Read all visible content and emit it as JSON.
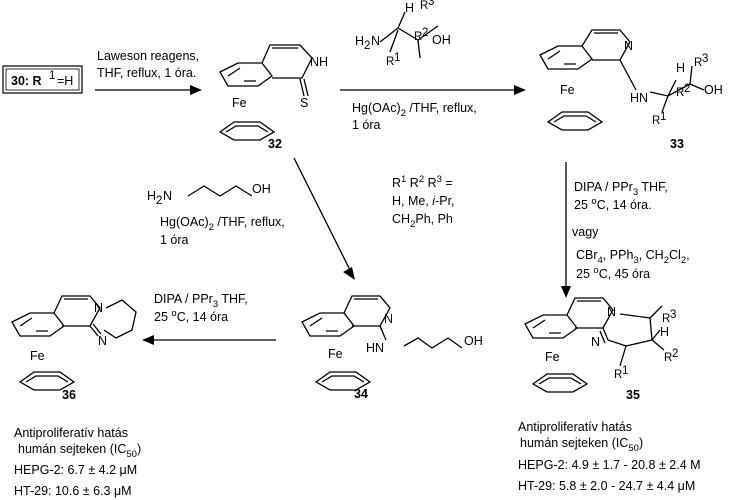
{
  "start": {
    "box_text": "30: R",
    "sup": "1",
    "tail": "=H"
  },
  "compounds": {
    "c32": "32",
    "c33": "33",
    "c34": "34",
    "c35": "35",
    "c36": "36"
  },
  "atoms": {
    "fe": "Fe",
    "nh": "NH",
    "s": "S",
    "n": "N",
    "hn": "HN",
    "oh": "OH",
    "h": "H",
    "h2n": "H",
    "h2n_sub": "2",
    "h2n_n": "N",
    "r1": "R",
    "r1_sup": "1",
    "r2": "R",
    "r2_sup": "2",
    "r3": "R",
    "r3_sup": "3"
  },
  "steps": {
    "s1_line1": "Laweson reagens,",
    "s1_line2": "THF, reflux, 1 óra.",
    "s2_line1_a": "Hg(OAc)",
    "s2_line1_sub": "2",
    "s2_line1_b": " /THF, reflux,",
    "s2_line2": "1 óra",
    "s3_line1_a": "DIPA / PPr",
    "s3_line1_sub": "3",
    "s3_line1_b": " THF,",
    "s3_line2_a": "25 ",
    "s3_line2_sup": "o",
    "s3_line2_b": "C, 14 óra.",
    "s3_or": "vagy",
    "s3_line3_a": "CBr",
    "s3_line3_sub": "4",
    "s3_line3_b": ", PPh",
    "s3_line3_sub2": "3",
    "s3_line3_c": ", CH",
    "s3_line3_sub3": "2",
    "s3_line3_d": "Cl",
    "s3_line3_sub4": "2",
    "s3_line3_e": ",",
    "s3_line4_a": "25 ",
    "s3_line4_sup": "o",
    "s3_line4_b": "C, 45 óra",
    "s4_line1_a": "Hg(OAc)",
    "s4_line1_sub": "2",
    "s4_line1_b": " /THF, reflux,",
    "s4_line2": "1 óra",
    "s5_line1_a": "DIPA / PPr",
    "s5_line1_sub": "3",
    "s5_line1_b": " THF,",
    "s5_line2_a": "25 ",
    "s5_line2_sup": "o",
    "s5_line2_b": "C, 14 óra"
  },
  "subst": {
    "line1_a": "R",
    "line1_s1": "1",
    "line1_b": " R",
    "line1_s2": "2",
    "line1_c": " R",
    "line1_s3": "3",
    "line1_d": " =",
    "line2_a": "H, Me, ",
    "line2_i": "i",
    "line2_b": "-Pr,",
    "line3_a": "CH",
    "line3_sub": "2",
    "line3_b": "Ph, Ph"
  },
  "aminopropanol": {
    "h2n": "H",
    "sub": "2",
    "n": "N",
    "oh": "OH"
  },
  "activity_left": {
    "line1": "Antiproliferatív hatás",
    "line2_a": "humán sejteken (IC",
    "line2_sub": "50",
    "line2_b": ")",
    "hepg2": "HEPG-2: 6.7 ± 4.2 μM",
    "ht29": "HT-29:  10.6 ± 6.3 μM"
  },
  "activity_right": {
    "line1": "Antiproliferatív hatás",
    "line2_a": "humán sejteken (IC",
    "line2_sub": "50",
    "line2_b": ")",
    "hepg2": "HEPG-2: 4.9 ± 1.7 - 20.8 ± 2.4   M",
    "ht29": "HT-29: 5.8 ± 2.0 - 24.7 ± 4.4 μM"
  }
}
